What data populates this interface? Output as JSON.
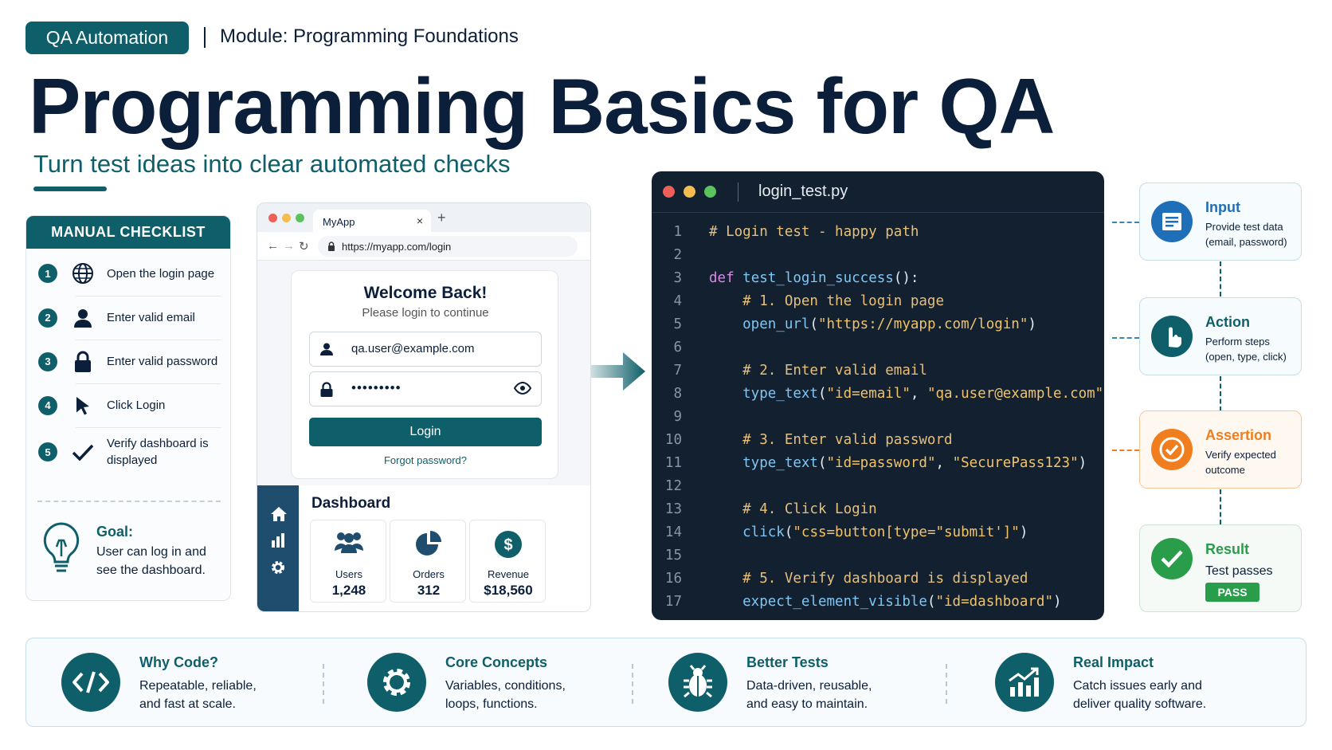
{
  "header": {
    "tag": "QA Automation",
    "module": "Module: Programming Foundations",
    "title": "Programming Basics for QA",
    "subtitle": "Turn test ideas into clear automated checks"
  },
  "checklist": {
    "title": "MANUAL CHECKLIST",
    "items": [
      {
        "num": "1",
        "icon": "globe-icon",
        "text": "Open the login page"
      },
      {
        "num": "2",
        "icon": "user-icon",
        "text": "Enter valid email"
      },
      {
        "num": "3",
        "icon": "lock-icon",
        "text": "Enter valid password"
      },
      {
        "num": "4",
        "icon": "cursor-icon",
        "text": "Click Login"
      },
      {
        "num": "5",
        "icon": "checkmark-icon",
        "text": "Verify dashboard is displayed"
      }
    ],
    "goal_title": "Goal:",
    "goal_text": "User can log in and see the dashboard."
  },
  "browser": {
    "tab_title": "MyApp",
    "tab_close": "×",
    "new_tab": "+",
    "url": "https://myapp.com/login",
    "login": {
      "heading": "Welcome Back!",
      "subheading": "Please login to continue",
      "email_value": "qa.user@example.com",
      "password_value": "•••••••••",
      "button": "Login",
      "forgot": "Forgot password?"
    },
    "dashboard": {
      "title": "Dashboard",
      "cards": [
        {
          "label": "Users",
          "value": "1,248",
          "icon": "users-icon"
        },
        {
          "label": "Orders",
          "value": "312",
          "icon": "pie-chart-icon"
        },
        {
          "label": "Revenue",
          "value": "$18,560",
          "icon": "dollar-icon"
        }
      ]
    }
  },
  "code": {
    "filename": "login_test.py",
    "lines": [
      {
        "n": "1",
        "parts": [
          [
            "cm",
            "# Login test - happy path"
          ]
        ]
      },
      {
        "n": "2",
        "parts": []
      },
      {
        "n": "3",
        "parts": [
          [
            "kw",
            "def "
          ],
          [
            "fn",
            "test_login_success"
          ],
          [
            "tx",
            "():"
          ]
        ]
      },
      {
        "n": "4",
        "parts": [
          [
            "cm",
            "    # 1. Open the login page"
          ]
        ]
      },
      {
        "n": "5",
        "parts": [
          [
            "fn",
            "    open_url"
          ],
          [
            "tx",
            "("
          ],
          [
            "st",
            "\"https://myapp.com/login\""
          ],
          [
            "tx",
            ")"
          ]
        ]
      },
      {
        "n": "6",
        "parts": []
      },
      {
        "n": "7",
        "parts": [
          [
            "cm",
            "    # 2. Enter valid email"
          ]
        ]
      },
      {
        "n": "8",
        "parts": [
          [
            "fn",
            "    type_text"
          ],
          [
            "tx",
            "("
          ],
          [
            "st",
            "\"id=email\""
          ],
          [
            "tx",
            ", "
          ],
          [
            "st",
            "\"qa.user@example.com\""
          ],
          [
            "tx",
            ")"
          ]
        ]
      },
      {
        "n": "9",
        "parts": []
      },
      {
        "n": "10",
        "parts": [
          [
            "cm",
            "    # 3. Enter valid password"
          ]
        ]
      },
      {
        "n": "11",
        "parts": [
          [
            "fn",
            "    type_text"
          ],
          [
            "tx",
            "("
          ],
          [
            "st",
            "\"id=password\""
          ],
          [
            "tx",
            ", "
          ],
          [
            "st",
            "\"SecurePass123\""
          ],
          [
            "tx",
            ")"
          ]
        ]
      },
      {
        "n": "12",
        "parts": []
      },
      {
        "n": "13",
        "parts": [
          [
            "cm",
            "    # 4. Click Login"
          ]
        ]
      },
      {
        "n": "14",
        "parts": [
          [
            "fn",
            "    click"
          ],
          [
            "tx",
            "("
          ],
          [
            "st",
            "\"css=button[type=\"submit']\""
          ],
          [
            "tx",
            ")"
          ]
        ]
      },
      {
        "n": "15",
        "parts": []
      },
      {
        "n": "16",
        "parts": [
          [
            "cm",
            "    # 5. Verify dashboard is displayed"
          ]
        ]
      },
      {
        "n": "17",
        "parts": [
          [
            "fn",
            "    expect_element_visible"
          ],
          [
            "tx",
            "("
          ],
          [
            "st",
            "\"id=dashboard\""
          ],
          [
            "tx",
            ")"
          ]
        ]
      }
    ]
  },
  "flow": [
    {
      "title": "Input",
      "desc": "Provide test data (email, password)",
      "color": "#1f6fb8",
      "icon": "list-icon"
    },
    {
      "title": "Action",
      "desc": "Perform steps (open, type, click)",
      "color": "#0e5f6a",
      "icon": "hand-pointer-icon"
    },
    {
      "title": "Assertion",
      "desc": "Verify expected outcome",
      "color": "#f07d1e",
      "icon": "check-circle-icon"
    },
    {
      "title": "Result",
      "desc": "Test passes",
      "badge": "PASS",
      "color": "#2a9d4a",
      "icon": "check-icon"
    }
  ],
  "bottom": [
    {
      "title": "Why Code?",
      "desc": "Repeatable, reliable, and fast at scale.",
      "icon": "code-icon"
    },
    {
      "title": "Core Concepts",
      "desc": "Variables, conditions, loops, functions.",
      "icon": "gear-icon"
    },
    {
      "title": "Better Tests",
      "desc": "Data-driven, reusable, and easy to maintain.",
      "icon": "bug-icon"
    },
    {
      "title": "Real Impact",
      "desc": "Catch issues early and deliver quality software.",
      "icon": "growth-chart-icon"
    }
  ]
}
